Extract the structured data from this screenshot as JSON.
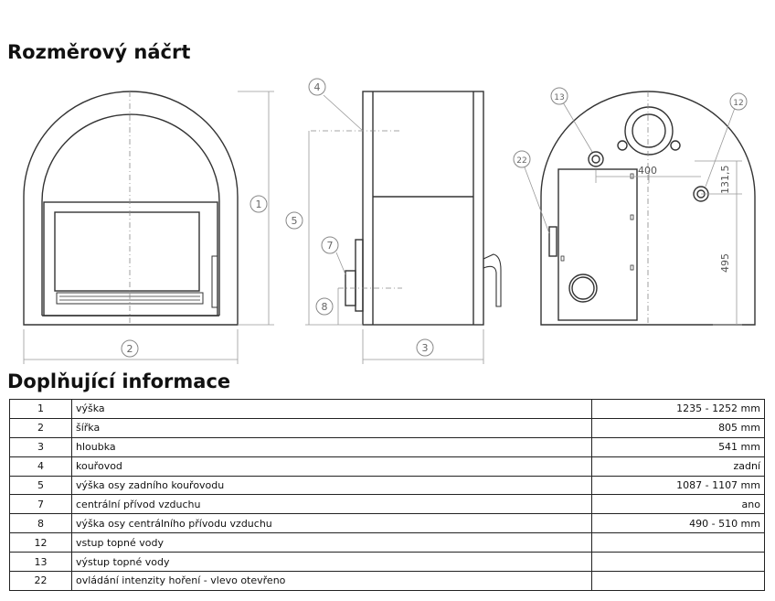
{
  "sections": {
    "sketch_title": "Rozměrový náčrt",
    "info_title": "Doplňující informace"
  },
  "drawing": {
    "callouts": [
      "1",
      "2",
      "3",
      "4",
      "5",
      "7",
      "8",
      "12",
      "13",
      "22"
    ],
    "dimensions": {
      "horizontal": "400",
      "vertical_small": "131,5",
      "vertical_large": "495"
    }
  },
  "info_table": {
    "rows": [
      {
        "num": "1",
        "label": "výška",
        "value": "1235 - 1252 mm"
      },
      {
        "num": "2",
        "label": "šířka",
        "value": "805 mm"
      },
      {
        "num": "3",
        "label": "hloubka",
        "value": "541 mm"
      },
      {
        "num": "4",
        "label": "kouřovod",
        "value": "zadní"
      },
      {
        "num": "5",
        "label": "výška osy zadního kouřovodu",
        "value": "1087 - 1107 mm"
      },
      {
        "num": "7",
        "label": "centrální přívod vzduchu",
        "value": "ano"
      },
      {
        "num": "8",
        "label": "výška osy centrálního přívodu vzduchu",
        "value": "490 - 510 mm"
      },
      {
        "num": "12",
        "label": "vstup topné vody",
        "value": ""
      },
      {
        "num": "13",
        "label": "výstup topné vody",
        "value": ""
      },
      {
        "num": "22",
        "label": "ovládání intenzity hoření - vlevo otevřeno",
        "value": ""
      }
    ]
  }
}
